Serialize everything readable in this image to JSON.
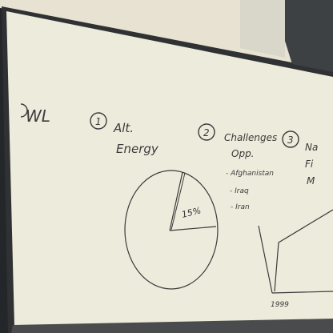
{
  "photo": {
    "subject": "whiteboard",
    "colors": {
      "wall": "#e7e2d2",
      "board": "#ecebdc",
      "frame": "#2f3133",
      "ink": "#3b3b3b",
      "tray": "#4a4b4c"
    }
  },
  "whiteboard": {
    "left_heading": "WL",
    "item1": {
      "number": "1",
      "line1": "Alt.",
      "line2": "Energy",
      "pie_label": "15%"
    },
    "item2": {
      "number": "2",
      "line1": "Challenges",
      "line2": "Opp.",
      "bullets": [
        "- Afghanistan",
        "- Iraq",
        "- Iran"
      ]
    },
    "item3": {
      "number": "3",
      "line1": "Na",
      "line2": "Fi",
      "line3": "M",
      "axis_label": "1999"
    }
  }
}
